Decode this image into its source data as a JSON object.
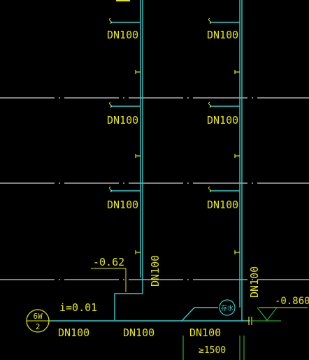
{
  "drawing": {
    "colors": {
      "background": "#000000",
      "pipe": "#33cccc",
      "annotation": "#e6e600",
      "floor_line": "#ffffff",
      "fixture": "#e6e600"
    },
    "floor_labels": [
      {
        "text": "DN100",
        "col": "left",
        "row": 1
      },
      {
        "text": "DN100",
        "col": "right",
        "row": 1
      },
      {
        "text": "DN100",
        "col": "left",
        "row": 2
      },
      {
        "text": "DN100",
        "col": "right",
        "row": 2
      },
      {
        "text": "DN100",
        "col": "left",
        "row": 3
      },
      {
        "text": "DN100",
        "col": "right",
        "row": 3
      }
    ],
    "riser_left_label": "DN100",
    "riser_right_label": "DN100",
    "bottom_labels": [
      "DN100",
      "DN100",
      "DN100"
    ],
    "elevation_left": "-0.62",
    "elevation_right": "-0.860",
    "slope": "i=0.01",
    "well_tag": {
      "top": "6W",
      "bottom": "2"
    },
    "min_distance": "≥1500",
    "trap_symbol": "存水"
  }
}
